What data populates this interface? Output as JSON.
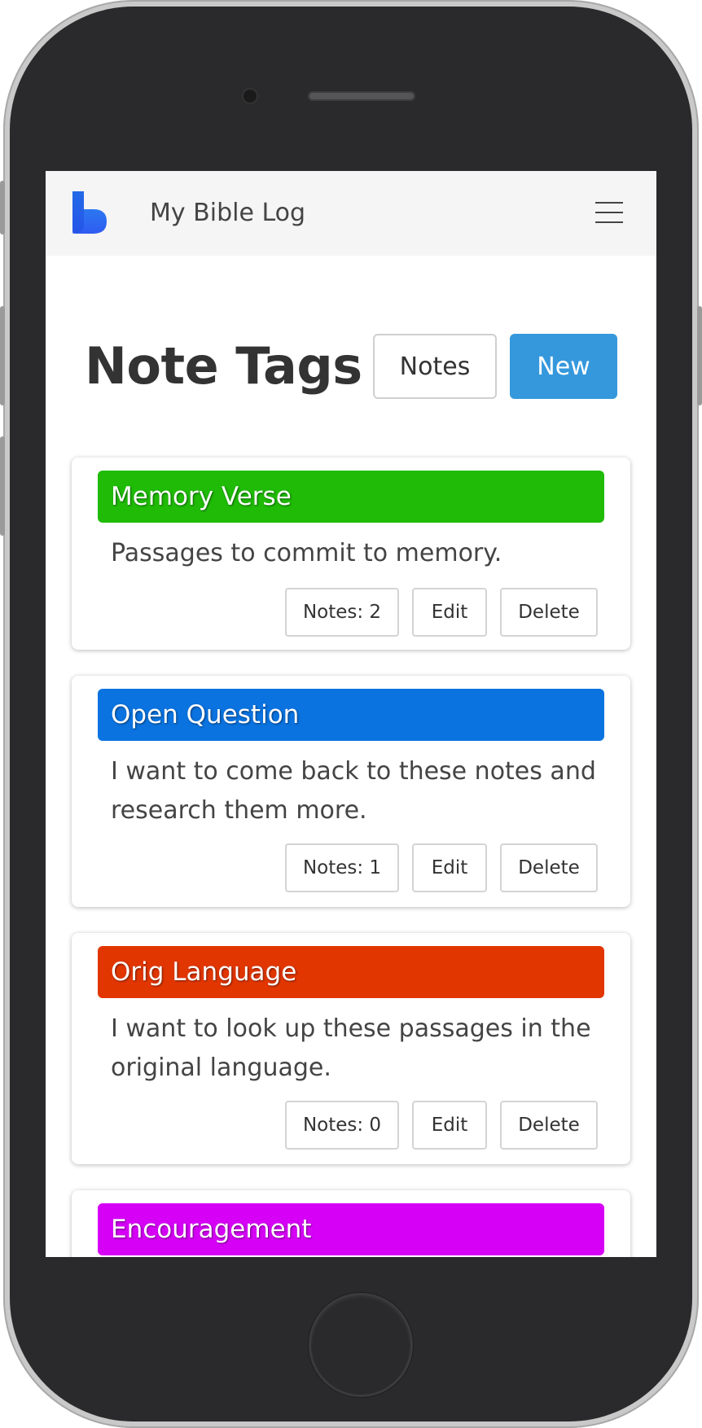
{
  "app": {
    "title": "My Bible Log",
    "logo_icon": "bible-log-logo-icon",
    "menu_icon": "hamburger-menu-icon",
    "accent_color": "#3598dc"
  },
  "page": {
    "title": "Note Tags",
    "notes_button_label": "Notes",
    "new_button_label": "New"
  },
  "tags": [
    {
      "name": "Memory Verse",
      "color": "#1fbb07",
      "description": "Passages to commit to memory.",
      "notes_label": "Notes: 2",
      "edit_label": "Edit",
      "delete_label": "Delete"
    },
    {
      "name": "Open Question",
      "color": "#0a73e0",
      "description": "I want to come back to these notes and research them more.",
      "notes_label": "Notes: 1",
      "edit_label": "Edit",
      "delete_label": "Delete"
    },
    {
      "name": "Orig Language",
      "color": "#e23600",
      "description": "I want to look up these passages in the original language.",
      "notes_label": "Notes: 0",
      "edit_label": "Edit",
      "delete_label": "Delete"
    },
    {
      "name": "Encouragement",
      "color": "#d600f7"
    }
  ]
}
